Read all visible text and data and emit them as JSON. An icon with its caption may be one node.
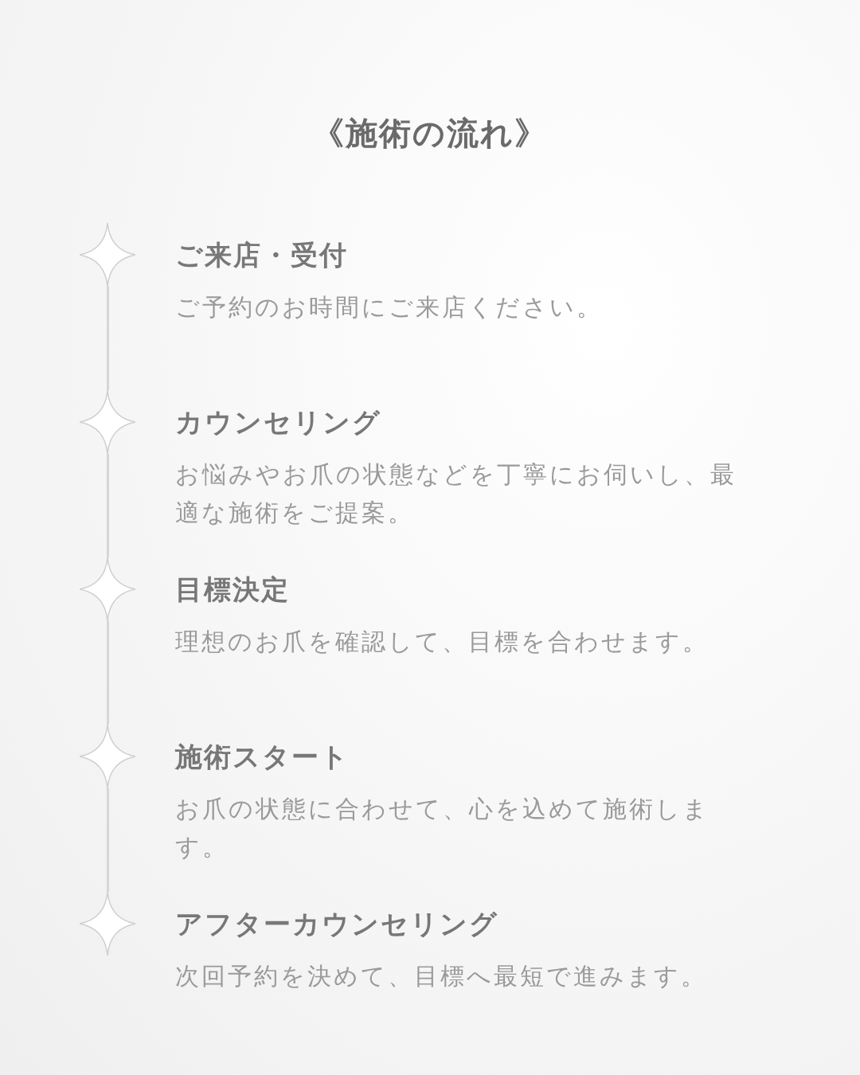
{
  "diagram": {
    "title": "《施術の流れ》",
    "nodes": [
      {
        "text": [],
        "shape": "star",
        "beside": [
          "ご来店・受付",
          "ご予約のお時間にご来店ください。"
        ]
      },
      {
        "text": [],
        "shape": "star",
        "beside": [
          "カウンセリング",
          "お悩みやお爪の状態などを丁寧にお伺いし、最適な施術をご提案。"
        ]
      },
      {
        "text": [],
        "shape": "star",
        "beside": [
          "目標決定",
          "理想のお爪を確認して、目標を合わせます。"
        ]
      },
      {
        "text": [],
        "shape": "star",
        "beside": [
          "施術スタート",
          "お爪の状態に合わせて、心を込めて施術します。"
        ]
      },
      {
        "text": [],
        "shape": "star",
        "beside": [
          "アフターカウンセリング",
          "次回予約を決めて、目標へ最短で進みます。"
        ]
      }
    ],
    "edges": [
      {
        "from": 0,
        "to": 1,
        "arrow": "none"
      },
      {
        "from": 1,
        "to": 2,
        "arrow": "none"
      },
      {
        "from": 2,
        "to": 3,
        "arrow": "none"
      },
      {
        "from": 3,
        "to": 4,
        "arrow": "none"
      }
    ]
  }
}
